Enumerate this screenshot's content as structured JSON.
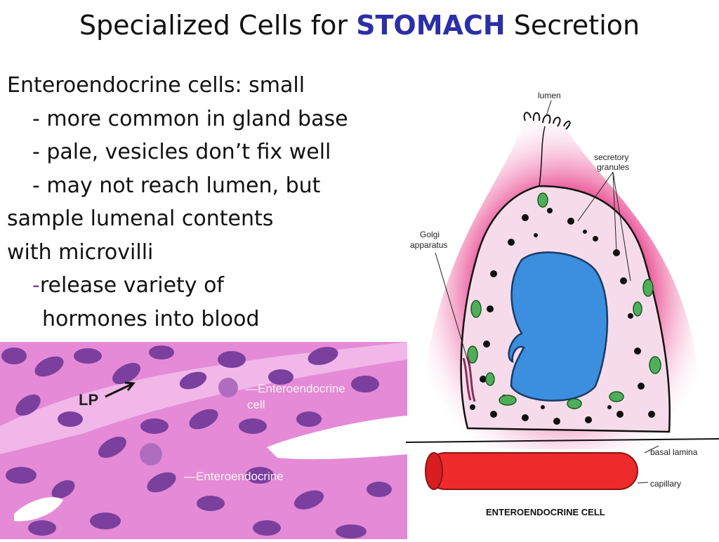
{
  "slide": {
    "title_prefix": "Specialized Cells for ",
    "title_highlight": "STOMACH",
    "title_suffix": " Secretion",
    "bullets": [
      "Enteroendocrine cells: small",
      "- more common in gland base",
      "- pale, vesicles don’t fix well",
      "- may not reach lumen, but",
      "sample lumenal contents",
      "with microvilli",
      "release variety of",
      "hormones into blood"
    ],
    "bullet_dash": "-"
  },
  "micrograph": {
    "label_lp": "LP",
    "label_cell_1a": "—Enteroendocrine",
    "label_cell_1b": "cell",
    "label_cell_2": "—Enteroendocrine"
  },
  "diagram": {
    "label_lumen": "lumen",
    "label_granules_1": "secretory",
    "label_granules_2": "granules",
    "label_golgi_1": "Golgi",
    "label_golgi_2": "apparatus",
    "label_basal": "basal lamina",
    "label_capillary": "capillary",
    "caption": "ENTEROENDOCRINE CELL"
  },
  "colors": {
    "title_highlight": "#2b2fa8",
    "tissue_pink": "#e98cd8",
    "nucleus_purple": "#7d3b9a",
    "cell_pink": "#f6dcea",
    "nucleus_blue": "#3c8ede",
    "mitochondria_green": "#4fae5a",
    "capillary_red": "#ee2a2a",
    "halo_pink": "#e9468f"
  }
}
